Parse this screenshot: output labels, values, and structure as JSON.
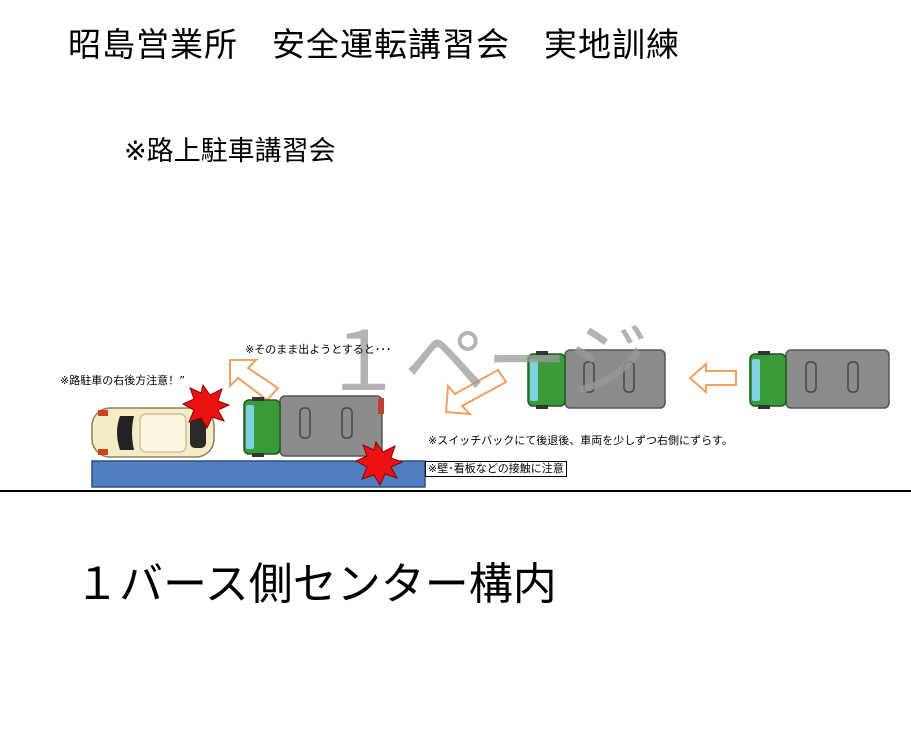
{
  "title": "昭島営業所　安全運転講習会　実地訓練",
  "subtitle": "※路上駐車講習会",
  "watermark": "１ページ",
  "notes": {
    "parked_car": "※路駐車の右後方注意！”",
    "straight_out": "※そのまま出ようとすると･･･",
    "switchback": "※スイッチバックにて後退後、車両を少しずつ右側にずらす。",
    "wall": "※壁･看板などの接触に注意"
  },
  "bottom_title": "１バース側センター構内",
  "colors": {
    "truck_cab": "#3a9a3a",
    "truck_box": "#8c8c8c",
    "wall": "#4f7fbf",
    "arrow_outline": "#f0a060",
    "collision": "#ee1111",
    "car_body": "#f3ecc4"
  }
}
